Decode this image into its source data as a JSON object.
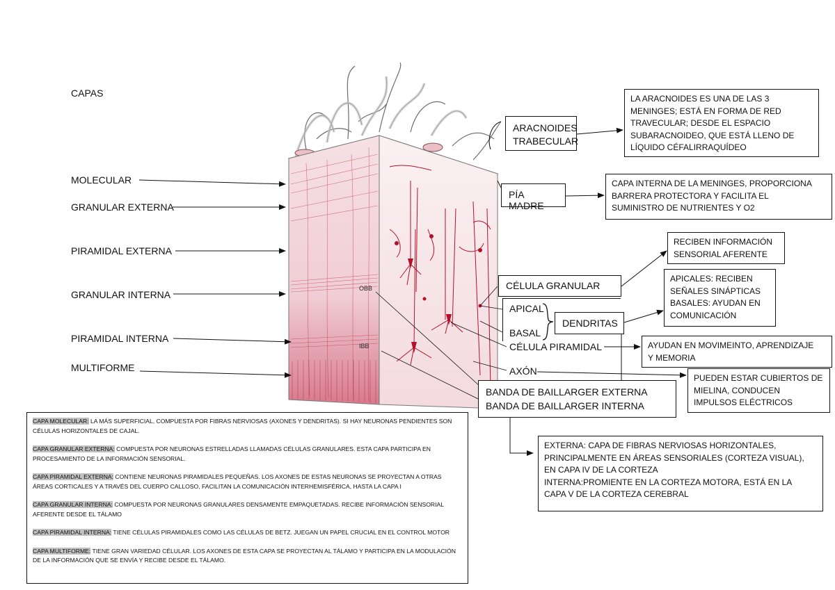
{
  "heading": "CAPAS",
  "layers": [
    "MOLECULAR",
    "GRANULAR EXTERNA",
    "PIRAMIDAL EXTERNA",
    "GRANULAR INTERNA",
    "PIRAMIDAL INTERNA",
    "MULTIFORME"
  ],
  "block_labels": {
    "obb": "OBB",
    "ibb": "IBB"
  },
  "structures": {
    "aracnoides": [
      "ARACNOIDES",
      "TRABECULAR"
    ],
    "pia": "PÍA MADRE",
    "celula_granular": "CÉLULA GRANULAR",
    "apical": "APICAL",
    "basal": "BASAL",
    "dendritas": "DENDRITAS",
    "celula_piramidal": "CÉLULA PIRAMIDAL",
    "axon": "AXÓN",
    "bandas": [
      "BANDA DE BAILLARGER EXTERNA",
      "BANDA DE BAILLARGER INTERNA"
    ]
  },
  "notes": {
    "aracnoides": [
      "LA ARACNOIDES ES UNA DE LAS 3",
      "MENINGES; ESTÁ EN FORMA DE RED",
      "TRAVECULAR; DESDE EL ESPACIO",
      "SUBARACNOIDEO, QUE ESTÁ LLENO DE",
      "LÍQUIDO CÉFALIRRAQUÍDEO"
    ],
    "pia": [
      "CAPA INTERNA DE LA MENINGES, PROPORCIONA",
      "BARRERA PROTECTORA Y FACILITA EL",
      "SUMINISTRO DE NUTRIENTES Y O2"
    ],
    "granular": [
      "RECIBEN INFORMACIÓN",
      "SENSORIAL AFERENTE"
    ],
    "dendritas": [
      "APICALES: RECIBEN",
      "SEÑALES SINÁPTICAS",
      "BASALES: AYUDAN EN",
      "COMUNICACIÓN"
    ],
    "piramidal": [
      "AYUDAN EN MOVIMEINTO, APRENDIZAJE",
      "Y MEMORIA"
    ],
    "axon": [
      "PUEDEN ESTAR CUBIERTOS DE",
      "MIELINA, CONDUCEN",
      "IMPULSOS ELÉCTRICOS"
    ],
    "bandas": [
      "EXTERNA: CAPA DE FIBRAS NERVIOSAS HORIZONTALES,",
      "PRINCIPALMENTE EN ÁREAS SENSORIALES (CORTEZA VISUAL),",
      "EN CAPA IV DE LA CORTEZA",
      "INTERNA:PROMIENTE EN LA CORTEZA MOTORA, ESTÁ EN LA",
      "CAPA V DE LA CORTEZA CEREBRAL"
    ]
  },
  "layer_descriptions": [
    {
      "name": "CAPA MOLECULAR:",
      "text": " LA MÁS SUPERFICIAL, COMPUESTA POR FIBRAS NERVIOSAS (AXONES Y DENDRITAS). SI HAY NEURONAS PENDIENTES SON CÉLULAS HORIZONTALES DE CAJAL."
    },
    {
      "name": "CAPA GRANULAR EXTERNA:",
      "text": " COMPUESTA POR NEURONAS ESTRELLADAS LLAMADAS CÉLULAS GRANULARES. ESTA CAPA PARTICIPA EN PROCESAMIENTO DE LA INFORMACIÓN SENSORIAL."
    },
    {
      "name": "CAPA PIRAMIDAL EXTERNA:",
      "text": " CONTIENE NEURONAS PIRAMIDALES PEQUEÑAS. LOS AXONES DE ESTAS NEURONAS SE PROYECTAN A OTRAS ÁREAS CORTICALES Y A TRAVÉS DEL CUERPO CALLOSO, FACILITAN LA COMUNICACIÓN INTERHEMISFÉRICA, HASTA LA CAPA I"
    },
    {
      "name": "CAPA GRANULAR INTERNA:",
      "text": " COMPUESTA POR NEURONAS GRANULARES DENSAMENTE EMPAQUETADAS. RECIBE INFORMACIÓN SENSORIAL AFERENTE DESDE EL TÁLAMO"
    },
    {
      "name": "CAPA PIRAMIDAL INTERNA:",
      "text": " TIENE CÉLULAS PIRAMIDALES COMO LAS CÉLULAS DE BETZ. JUEGAN UN PAPEL CRUCIAL EN EL CONTROL MOTOR"
    },
    {
      "name": "CAPA MULTIFORME:",
      "text": " TIENE GRAN VARIEDAD CÉLULAR. LOS AXONES DE ESTA CAPA SE PROYECTAN AL TÁLAMO Y PARTICIPA EN LA MODULACIÓN DE LA INFORMACIÓN QUE SE ENVÍA Y RECIBE DESDE EL TÁLAMO."
    }
  ],
  "colors": {
    "tissue_red": "#b3112a",
    "tissue_pink": "#f3d7dc",
    "membrane_gray": "#cfcfcf",
    "highlight_gray": "#c2c2c2"
  }
}
